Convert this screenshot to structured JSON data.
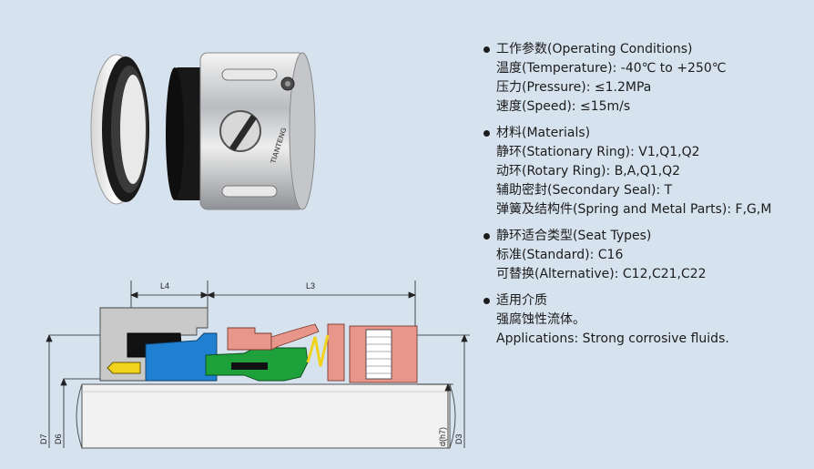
{
  "spec_sections": [
    {
      "title": "工作参数(Operating Conditions)",
      "lines": [
        "温度(Temperature): -40℃ to +250℃",
        "压力(Pressure): ≤1.2MPa",
        "速度(Speed): ≤15m/s"
      ]
    },
    {
      "title": "材料(Materials)",
      "lines": [
        "静环(Stationary Ring): V1,Q1,Q2",
        "动环(Rotary Ring): B,A,Q1,Q2",
        "辅助密封(Secondary Seal): T",
        "弹簧及结构件(Spring and Metal Parts): F,G,M"
      ]
    },
    {
      "title": "静环适合类型(Seat Types)",
      "lines": [
        "标准(Standard): C16",
        "可替换(Alternative): C12,C21,C22"
      ]
    },
    {
      "title": "适用介质",
      "lines": [
        "强腐蚀性流体。",
        "Applications: Strong corrosive fluids."
      ]
    }
  ],
  "drawing": {
    "dim_l4": "L4",
    "dim_l3": "L3",
    "dim_d7": "D7",
    "dim_d6": "D6",
    "dim_dh7": "d(h7)",
    "dim_d3": "D3"
  },
  "photo": {
    "brand_mark": "TIANTENG"
  },
  "colors": {
    "background": "#d6e2ee",
    "seat_gray": "#c9c9c9",
    "rotary_blue": "#1f7fd0",
    "rubber_green": "#1ea03a",
    "metal_pink": "#e8968a",
    "face_black": "#111111",
    "pin_yellow": "#f1d21d"
  }
}
